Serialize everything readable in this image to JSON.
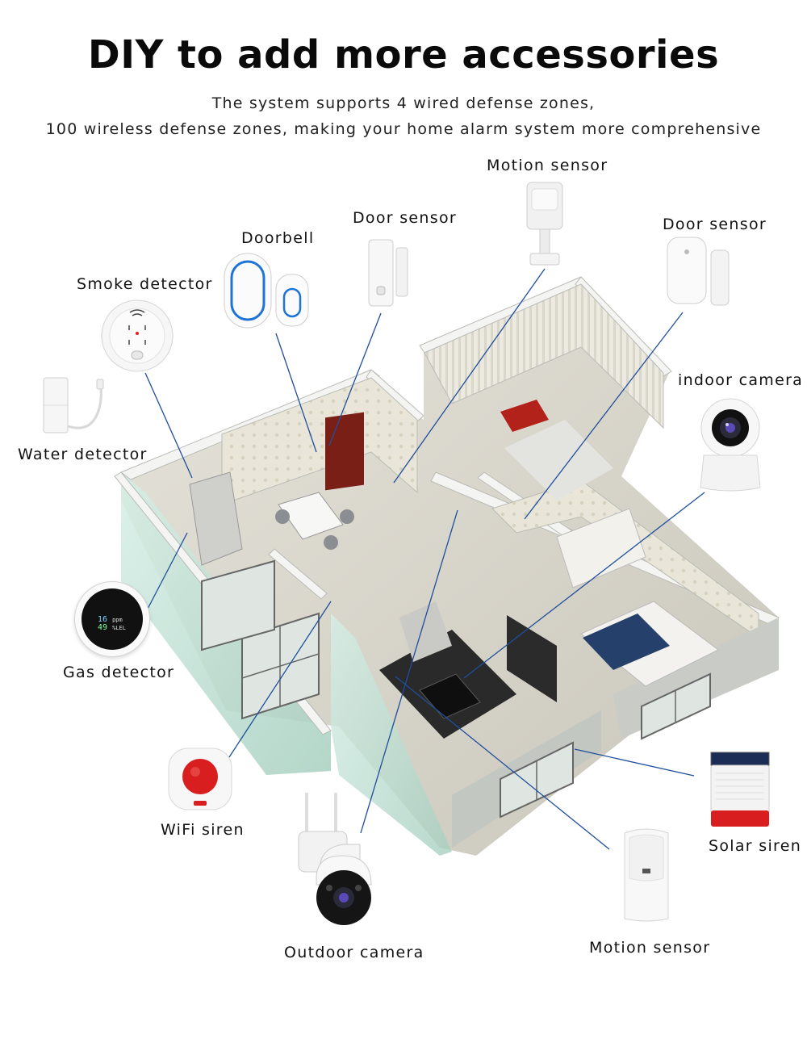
{
  "header": {
    "title": "DIY to add more accessories",
    "subtitle_line1": "The system supports 4 wired defense zones,",
    "subtitle_line2": "100 wireless defense zones, making your home alarm system more comprehensive"
  },
  "accessories": {
    "motion_sensor_top": "Motion sensor",
    "door_sensor_left": "Door sensor",
    "doorbell": "Doorbell",
    "door_sensor_right": "Door sensor",
    "smoke_detector": "Smoke detector",
    "indoor_camera": "indoor camera",
    "water_detector": "Water detector",
    "gas_detector": "Gas detector",
    "wifi_siren": "WiFi siren",
    "solar_siren": "Solar siren",
    "outdoor_camera": "Outdoor camera",
    "motion_sensor_bottom": "Motion sensor"
  },
  "gas_display": {
    "row1_big": "16",
    "row1_small": "ppm",
    "row2_big": "49",
    "row2_small": "%LEL"
  },
  "colors": {
    "leader_line": "#1f4e9c",
    "siren_red": "#d81e1e",
    "doorbell_blue": "#1e73d6",
    "floor": "#d9d6cc",
    "wall_top": "#f3f3f1",
    "wall_side": "#c9ccc6",
    "glass": "#bfe0d4"
  }
}
